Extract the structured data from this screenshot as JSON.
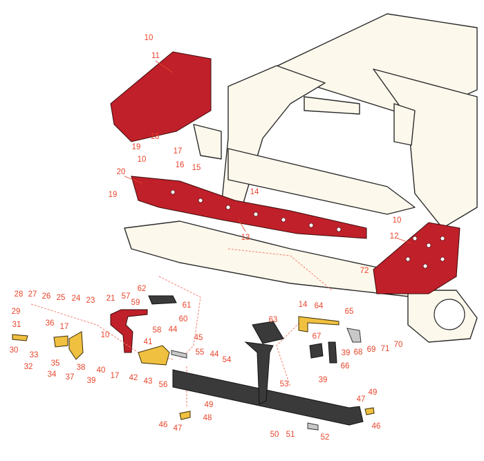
{
  "diagram": {
    "title": "Exploded parts diagram - front frame, foot plates and pedal assembly",
    "colors": {
      "frame": "#fdf8ec",
      "highlight": "#c0202a",
      "hardware": "#f0c040",
      "callout": "#e8452c",
      "pedal": "#3a3a3a"
    },
    "callouts": [
      "10",
      "11",
      "18",
      "19",
      "17",
      "10",
      "16",
      "15",
      "20",
      "14",
      "19",
      "10",
      "12",
      "13",
      "72",
      "62",
      "61",
      "60",
      "21",
      "57",
      "59",
      "28",
      "27",
      "26",
      "25",
      "24",
      "23",
      "29",
      "31",
      "36",
      "17",
      "10",
      "58",
      "41",
      "44",
      "45",
      "30",
      "33",
      "35",
      "32",
      "37",
      "38",
      "39",
      "40",
      "17",
      "42",
      "43",
      "56",
      "55",
      "44",
      "34",
      "54",
      "14",
      "64",
      "65",
      "63",
      "67",
      "39",
      "68",
      "69",
      "71",
      "70",
      "66",
      "39",
      "53",
      "47",
      "49",
      "46",
      "50",
      "51",
      "52",
      "46",
      "47",
      "48",
      "49"
    ]
  }
}
